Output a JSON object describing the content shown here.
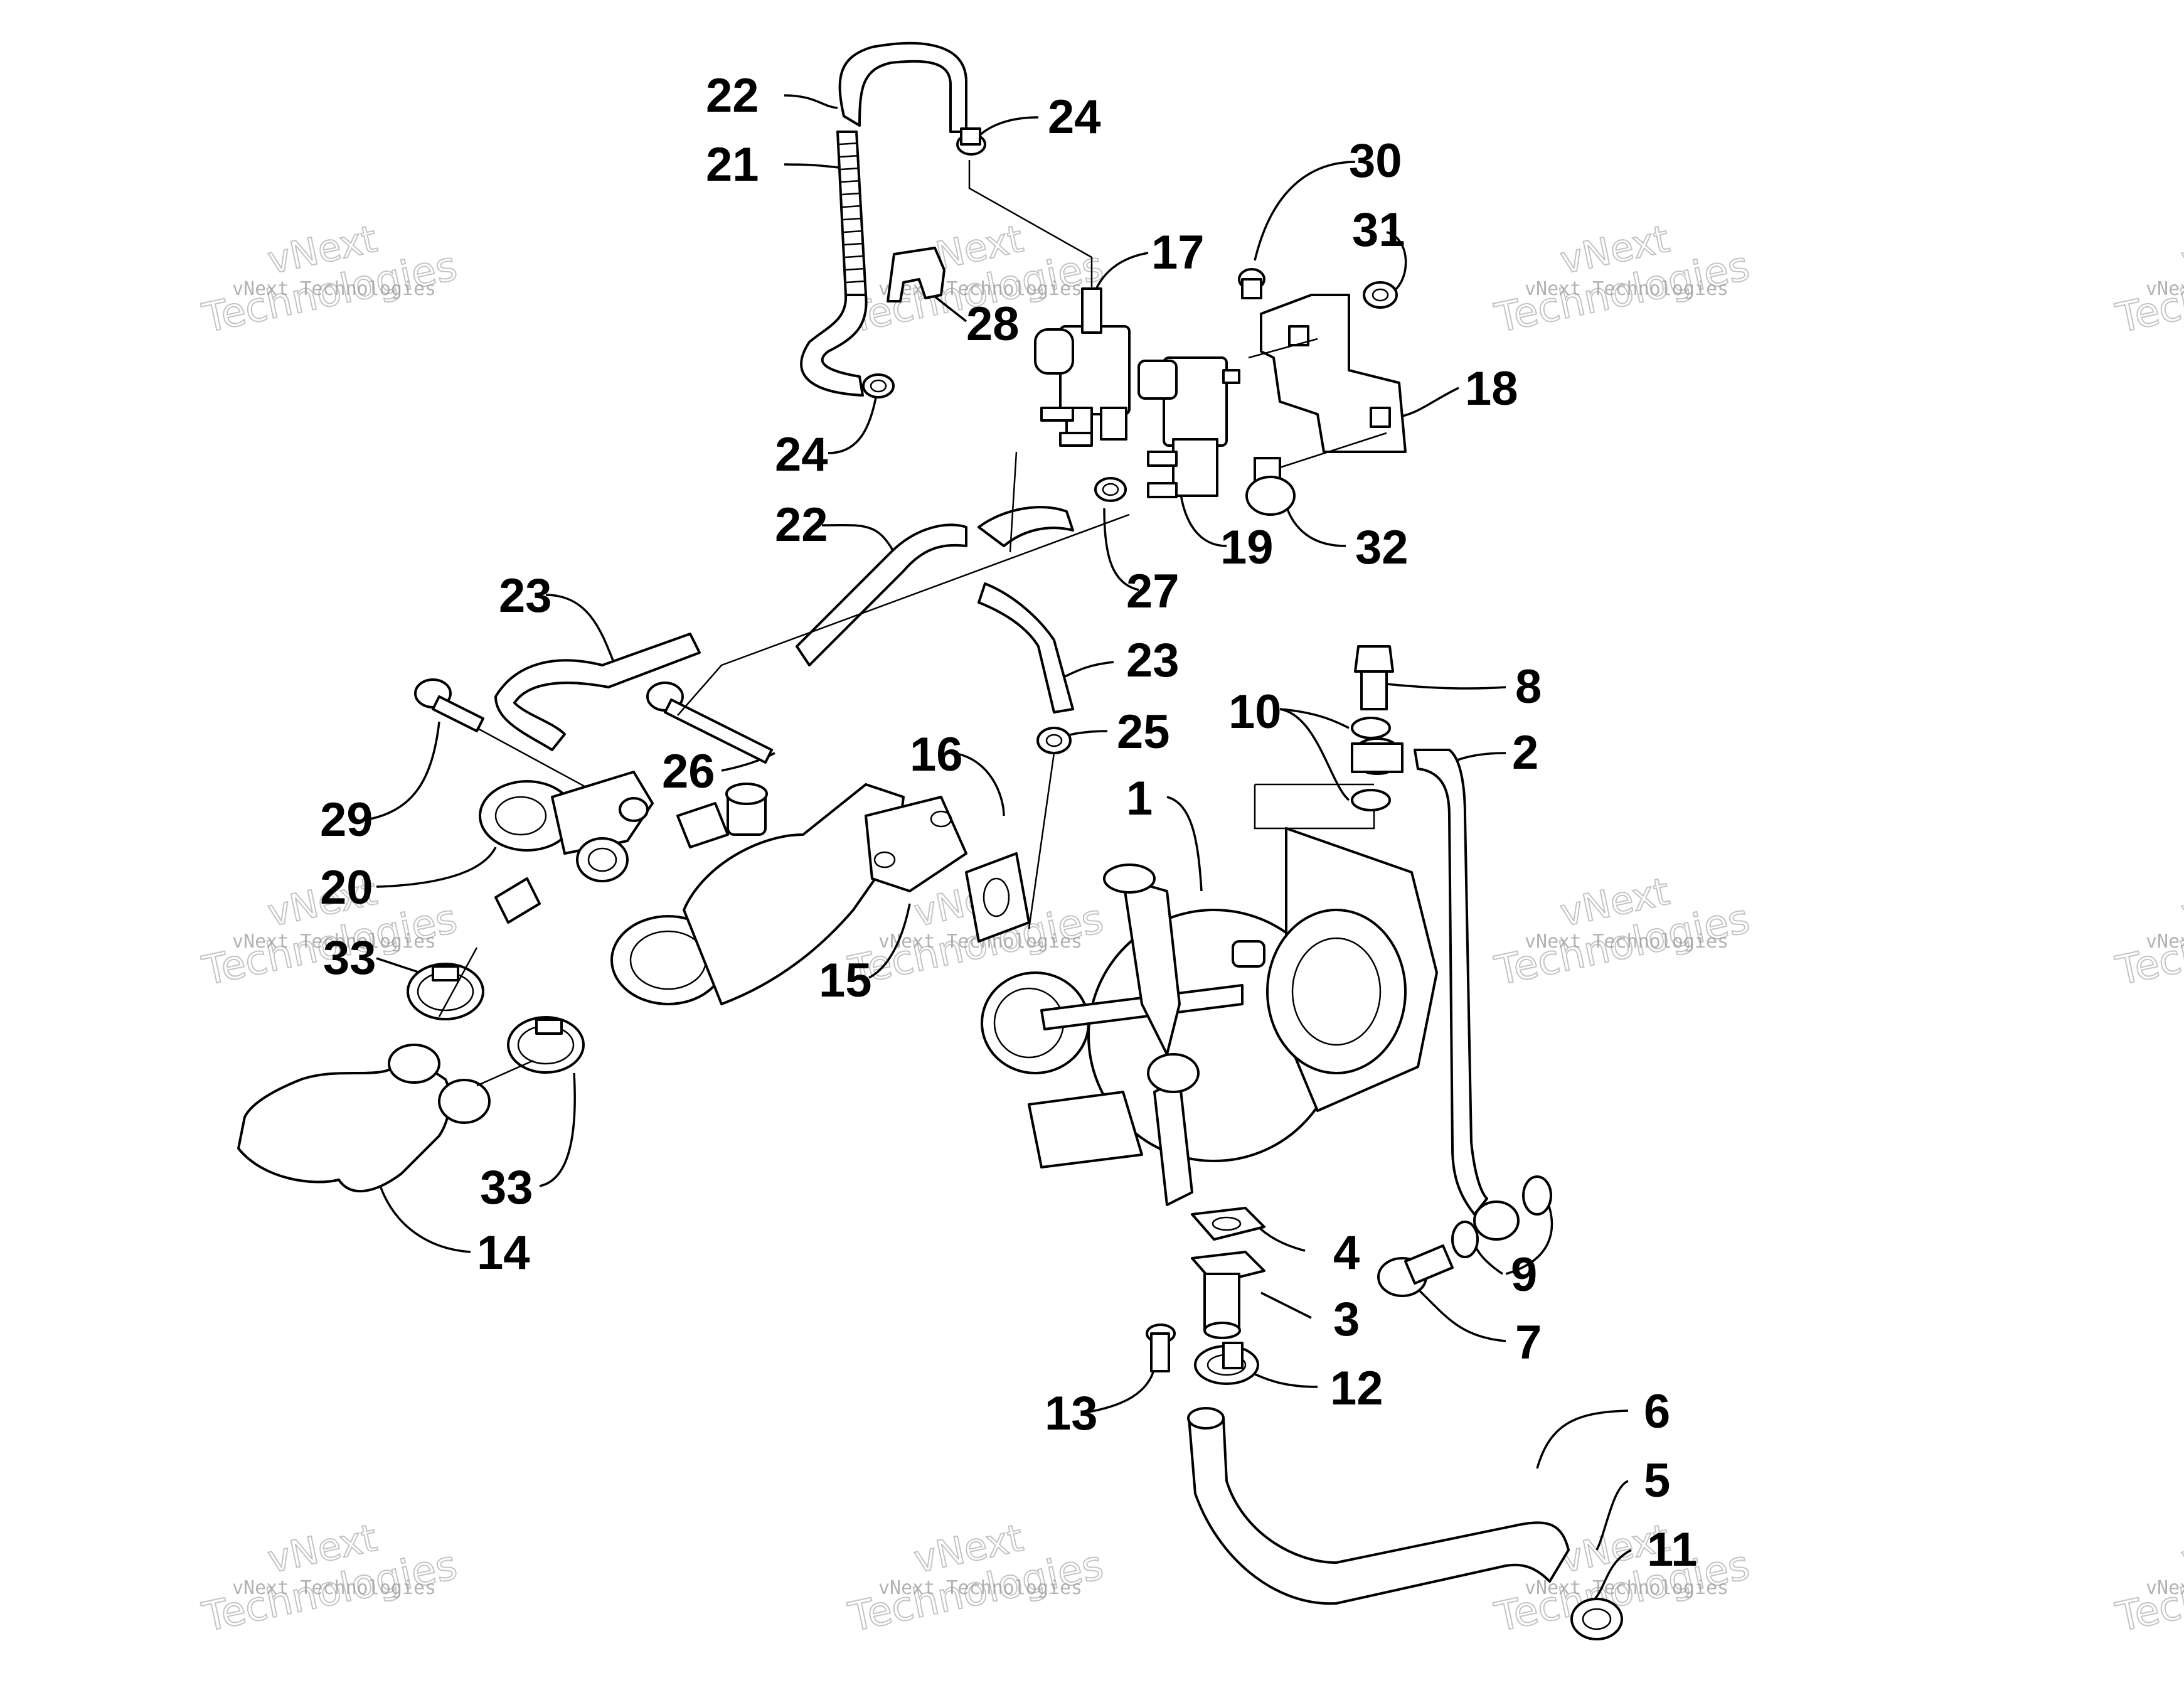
{
  "diagram": {
    "callouts": [
      {
        "id": "c1",
        "text": "1"
      },
      {
        "id": "c2",
        "text": "2"
      },
      {
        "id": "c3",
        "text": "3"
      },
      {
        "id": "c4",
        "text": "4"
      },
      {
        "id": "c5",
        "text": "5"
      },
      {
        "id": "c6",
        "text": "6"
      },
      {
        "id": "c7",
        "text": "7"
      },
      {
        "id": "c8",
        "text": "8"
      },
      {
        "id": "c9",
        "text": "9"
      },
      {
        "id": "c10",
        "text": "10"
      },
      {
        "id": "c11",
        "text": "11"
      },
      {
        "id": "c12",
        "text": "12"
      },
      {
        "id": "c13",
        "text": "13"
      },
      {
        "id": "c14",
        "text": "14"
      },
      {
        "id": "c15",
        "text": "15"
      },
      {
        "id": "c16",
        "text": "16"
      },
      {
        "id": "c17",
        "text": "17"
      },
      {
        "id": "c18",
        "text": "18"
      },
      {
        "id": "c19",
        "text": "19"
      },
      {
        "id": "c20",
        "text": "20"
      },
      {
        "id": "c21",
        "text": "21"
      },
      {
        "id": "c22a",
        "text": "22"
      },
      {
        "id": "c22b",
        "text": "22"
      },
      {
        "id": "c23a",
        "text": "23"
      },
      {
        "id": "c23b",
        "text": "23"
      },
      {
        "id": "c24a",
        "text": "24"
      },
      {
        "id": "c24b",
        "text": "24"
      },
      {
        "id": "c25",
        "text": "25"
      },
      {
        "id": "c26",
        "text": "26"
      },
      {
        "id": "c27",
        "text": "27"
      },
      {
        "id": "c28",
        "text": "28"
      },
      {
        "id": "c29",
        "text": "29"
      },
      {
        "id": "c30",
        "text": "30"
      },
      {
        "id": "c31",
        "text": "31"
      },
      {
        "id": "c32",
        "text": "32"
      },
      {
        "id": "c33a",
        "text": "33"
      },
      {
        "id": "c33b",
        "text": "33"
      }
    ],
    "watermark": {
      "small": "vNext Technologies",
      "large_line1": "vNext",
      "large_line2": "Technologies"
    }
  }
}
